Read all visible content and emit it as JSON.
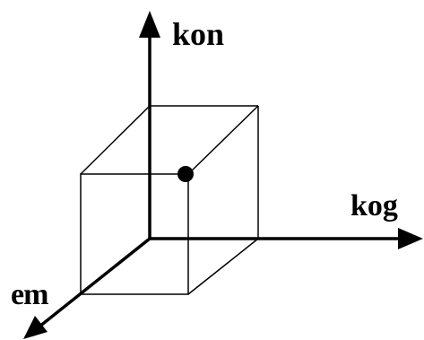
{
  "axes": {
    "vertical": {
      "label": "kon"
    },
    "horizontal": {
      "label": "kog"
    },
    "diagonal": {
      "label": "em"
    }
  },
  "colors": {
    "ink": "#000000",
    "background": "#ffffff"
  }
}
